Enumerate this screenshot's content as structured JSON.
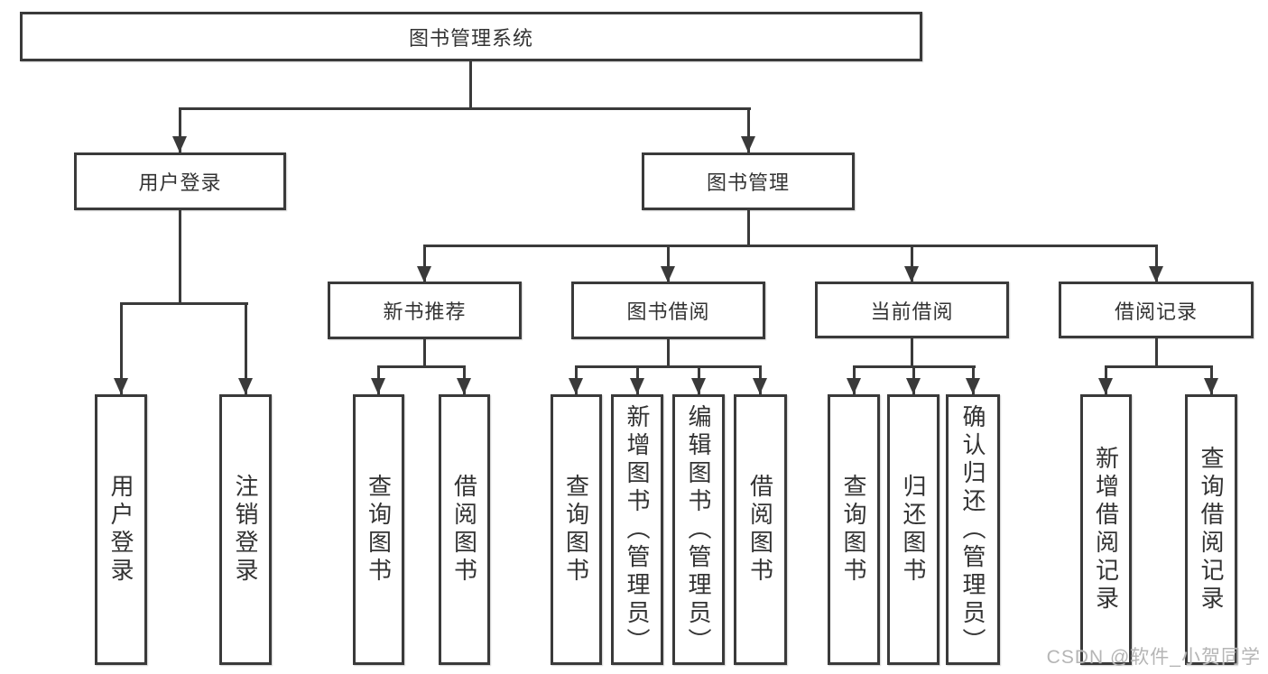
{
  "diagram": {
    "type": "hierarchy",
    "title": "图书管理系统",
    "nodes": {
      "root": {
        "label": "图书管理系统"
      },
      "level2": [
        {
          "label": "用户登录",
          "parent": "图书管理系统"
        },
        {
          "label": "图书管理",
          "parent": "图书管理系统"
        }
      ],
      "level3": [
        {
          "label": "新书推荐",
          "parent": "图书管理"
        },
        {
          "label": "图书借阅",
          "parent": "图书管理"
        },
        {
          "label": "当前借阅",
          "parent": "图书管理"
        },
        {
          "label": "借阅记录",
          "parent": "图书管理"
        }
      ],
      "leaves": [
        {
          "label": "用户登录",
          "parent": "用户登录"
        },
        {
          "label": "注销登录",
          "parent": "用户登录"
        },
        {
          "label": "查询图书",
          "parent": "新书推荐"
        },
        {
          "label": "借阅图书",
          "parent": "新书推荐"
        },
        {
          "label": "查询图书",
          "parent": "图书借阅"
        },
        {
          "label": "新增图书（管理员）",
          "parent": "图书借阅"
        },
        {
          "label": "编辑图书（管理员）",
          "parent": "图书借阅"
        },
        {
          "label": "借阅图书",
          "parent": "图书借阅"
        },
        {
          "label": "查询图书",
          "parent": "当前借阅"
        },
        {
          "label": "归还图书",
          "parent": "当前借阅"
        },
        {
          "label": "确认归还（管理员）",
          "parent": "当前借阅"
        },
        {
          "label": "新增借阅记录",
          "parent": "借阅记录"
        },
        {
          "label": "查询借阅记录",
          "parent": "借阅记录"
        }
      ]
    },
    "watermark": "CSDN @软件_小贺同学",
    "colors": {
      "line": "#3a3a3a",
      "text": "#333333",
      "background": "#ffffff",
      "watermark": "#b5b5b5"
    }
  }
}
